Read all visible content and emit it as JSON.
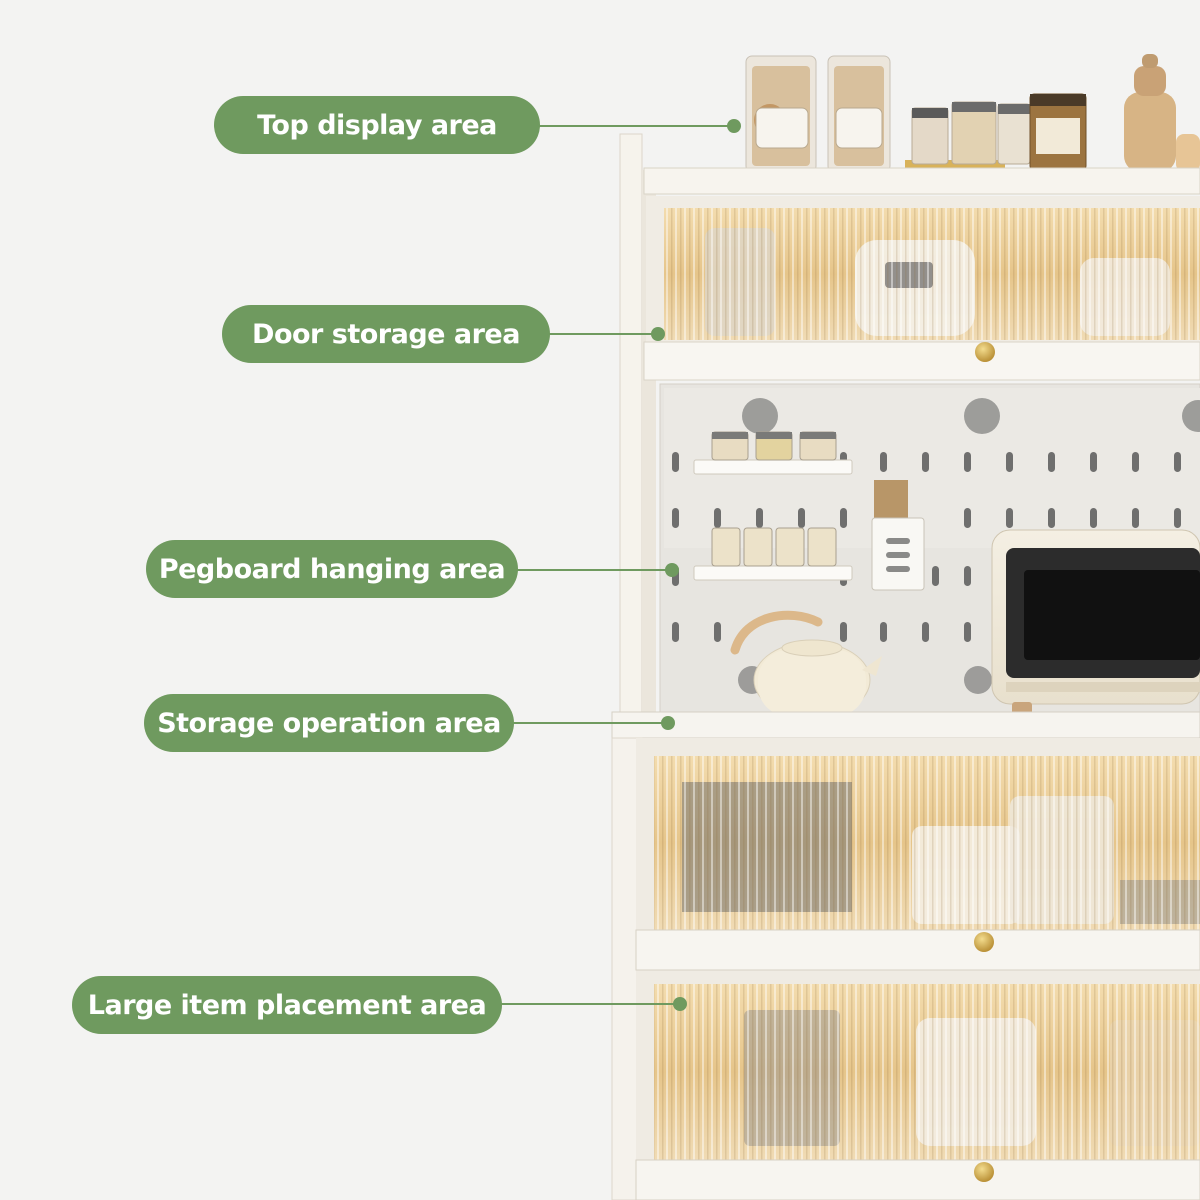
{
  "image": {
    "subject": "white kitchen storage cabinet with glass doors and pegboard",
    "colors": {
      "background": "#f3f3f2",
      "callout_fill": "#6f9a5f",
      "callout_text": "#ffffff",
      "cabinet_frame": "#f4f1ea",
      "glass_glow": "#e8c98c",
      "pegboard": "#e9e7e2",
      "knob": "#c9a14a"
    }
  },
  "callouts": [
    {
      "id": "top-display",
      "label": "Top display area"
    },
    {
      "id": "door-storage",
      "label": "Door storage area"
    },
    {
      "id": "pegboard-hanging",
      "label": "Pegboard hanging area"
    },
    {
      "id": "storage-operation",
      "label": "Storage operation area"
    },
    {
      "id": "large-item",
      "label": "Large item placement area"
    }
  ]
}
